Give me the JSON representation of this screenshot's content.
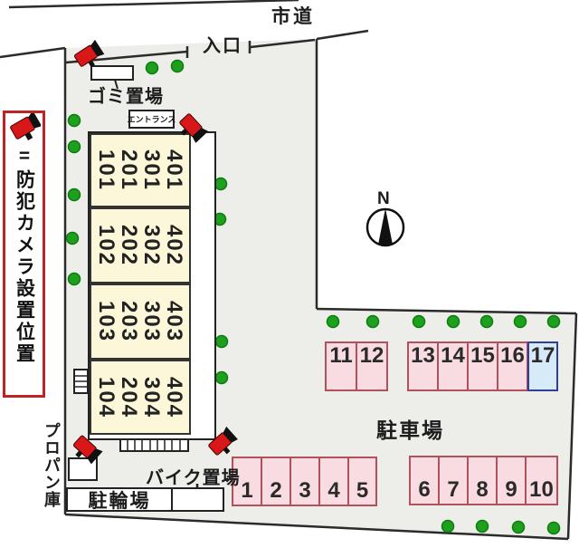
{
  "labels": {
    "road": "市道",
    "entrance_gate": "入口",
    "garbage_area": "ゴミ置場",
    "building_entrance": "エントランス",
    "bike_storage": "バイク置場",
    "bicycle_parking": "駐輪場",
    "propane_storage": "プロパン庫",
    "parking_lot": "駐車場",
    "compass_north": "N"
  },
  "legend": {
    "camera_note": "=防犯カメラ設置位置",
    "camera_icon": "security-camera"
  },
  "building": {
    "blocks": [
      [
        "401",
        "301",
        "201",
        "101"
      ],
      [
        "402",
        "302",
        "202",
        "102"
      ],
      [
        "403",
        "303",
        "203",
        "103"
      ],
      [
        "404",
        "304",
        "204",
        "104"
      ]
    ]
  },
  "parking": {
    "upper": [
      "11",
      "12",
      "13",
      "14",
      "15",
      "16",
      "17"
    ],
    "lower": [
      "1",
      "2",
      "3",
      "4",
      "5",
      "6",
      "7",
      "8",
      "9",
      "10"
    ],
    "highlighted_space": "17"
  },
  "colors": {
    "site_gray": "#ededea",
    "building_cream": "#fbf7d8",
    "parking_pink_fill": "#f8dce2",
    "parking_pink_border": "#b0515c",
    "space17_fill": "#d6eaf8",
    "space17_border": "#30409a",
    "camera_red": "#d81818",
    "shrub_green": "#1da01d",
    "legend_border_red": "#c22222"
  }
}
